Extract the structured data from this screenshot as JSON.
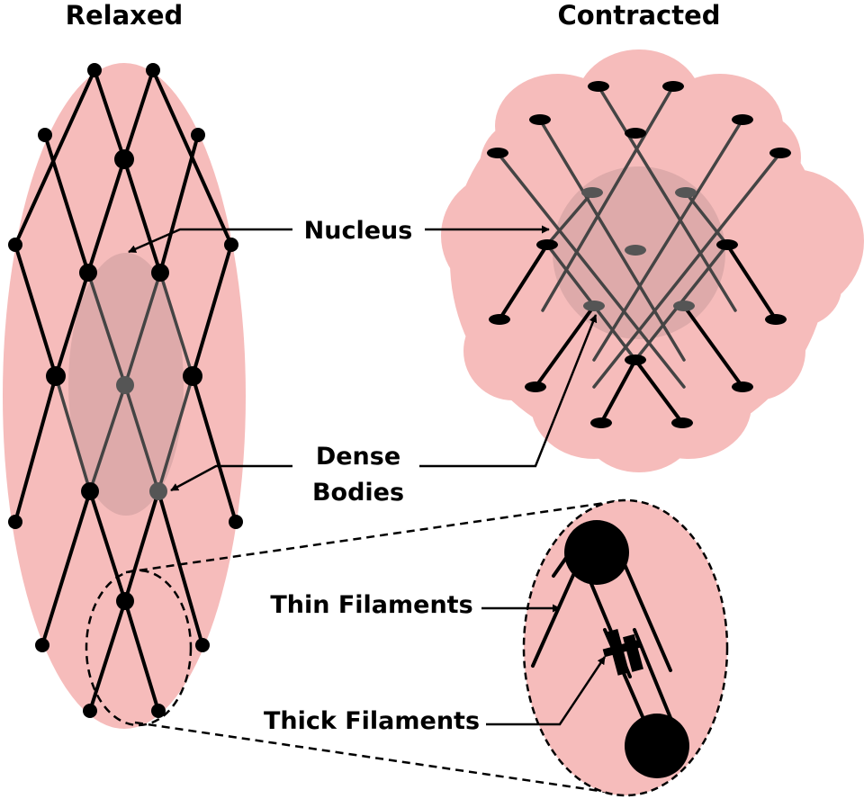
{
  "titles": {
    "relaxed": "Relaxed",
    "contracted": "Contracted"
  },
  "labels": {
    "nucleus": "Nucleus",
    "dense_line1": "Dense",
    "dense_line2": "Bodies",
    "thin": "Thin Filaments",
    "thick": "Thick Filaments"
  },
  "colors": {
    "cell": "#f6bcbb",
    "nucleus": "#d9a7a7",
    "filament": "#000000",
    "filament_over_nucleus": "#444444",
    "dense_body_over_nucleus": "#555555"
  }
}
